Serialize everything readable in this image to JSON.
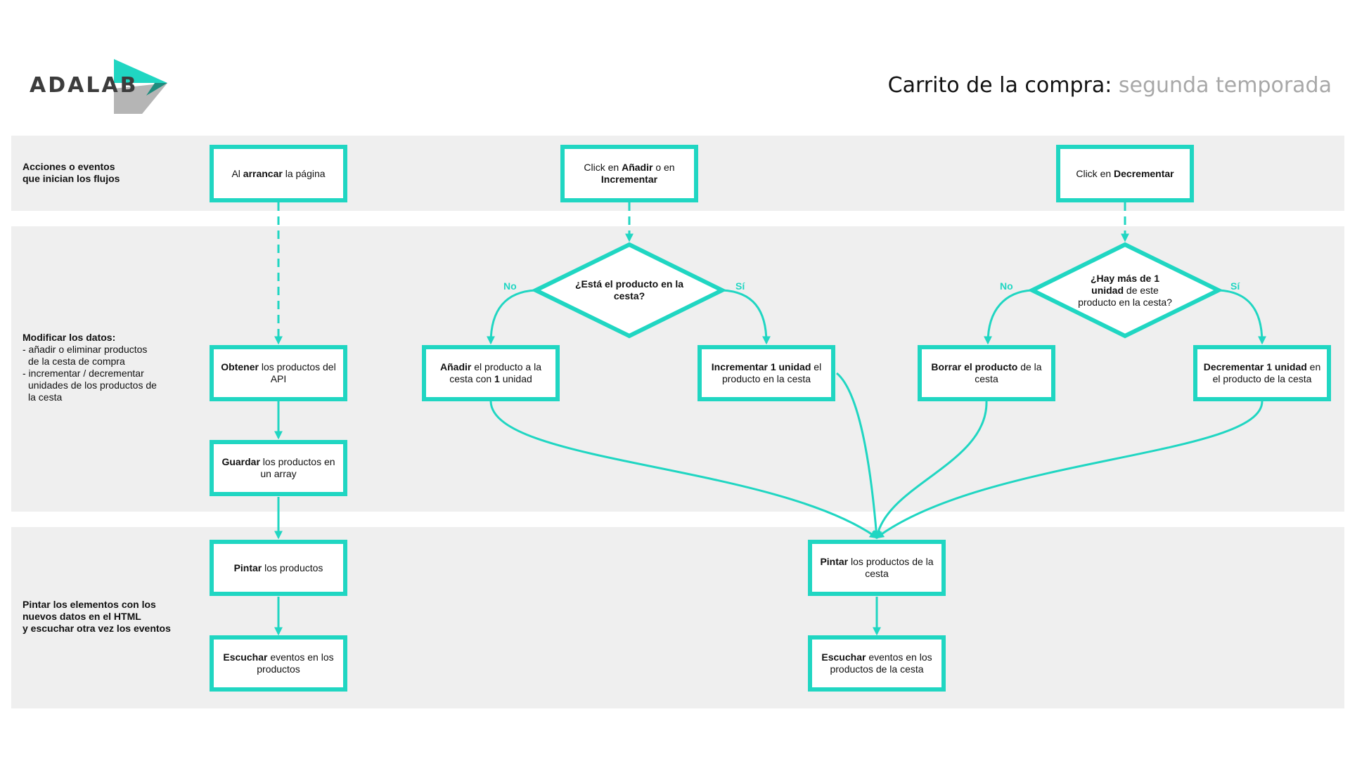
{
  "logo": {
    "text": "ADALAB"
  },
  "title": {
    "main": "Carrito de la compra:",
    "sub": " segunda temporada"
  },
  "lanes": {
    "events": {
      "title": "Acciones o eventos",
      "title2": "que inician los flujos"
    },
    "modify": {
      "title": "Modificar los datos:",
      "line1": "- añadir o eliminar productos",
      "line2": "  de la cesta de compra",
      "line3": "- incrementar / decrementar",
      "line4": "  unidades de los productos de",
      "line5": "  la cesta"
    },
    "paint": {
      "line1": "Pintar los elementos con los",
      "line2": "nuevos datos en el HTML",
      "line3": "y escuchar otra vez los eventos"
    }
  },
  "nodes": {
    "start": {
      "a": "Al ",
      "b": "arrancar",
      "c": " la página"
    },
    "click_add": {
      "a": "Click en ",
      "b": "Añadir",
      "c": " o en ",
      "d": "Incrementar"
    },
    "click_dec": {
      "a": "Click en ",
      "b": "Decrementar"
    },
    "get_api": {
      "b": "Obtener",
      "c": " los productos del API"
    },
    "save_array": {
      "b": "Guardar",
      "c": " los productos en un array"
    },
    "paint_products": {
      "b": "Pintar",
      "c": " los productos"
    },
    "listen_products": {
      "b": "Escuchar",
      "c": " eventos en los productos"
    },
    "q1": {
      "text": "¿Está el producto en la cesta?"
    },
    "q2": {
      "b": "¿Hay más de 1 unidad",
      "c": " de este producto en la cesta?"
    },
    "add_one": {
      "b": "Añadir",
      "c": " el producto a la cesta con ",
      "d": "1",
      "e": " unidad"
    },
    "inc_one": {
      "b": "Incrementar 1 unidad",
      "c": " el producto en la cesta"
    },
    "delete": {
      "b": "Borrar el producto",
      "c": " de la cesta"
    },
    "dec_one": {
      "b": "Decrementar 1 unidad",
      "c": " en el producto de la cesta"
    },
    "paint_cart": {
      "b": "Pintar",
      "c": " los productos de la cesta"
    },
    "listen_cart": {
      "b": "Escuchar",
      "c": " eventos en los productos de la cesta"
    }
  },
  "branches": {
    "no": "No",
    "yes": "Sí"
  },
  "colors": {
    "accent": "#20d6c2",
    "band": "#efefef",
    "logo_teal": "#20d6c2",
    "logo_dark_teal": "#1e8c7e",
    "logo_gray": "#b5b5b5"
  }
}
